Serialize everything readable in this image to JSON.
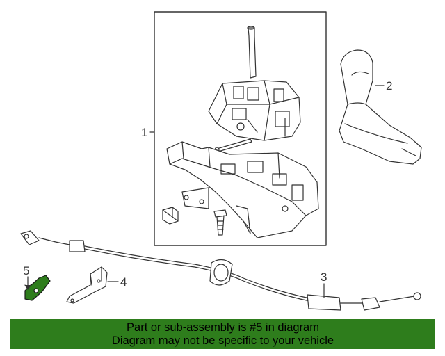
{
  "callouts": {
    "part1": "1",
    "part2": "2",
    "part3": "3",
    "part4": "4",
    "part5": "5"
  },
  "banner": {
    "line1": "Part or sub-assembly is #5 in diagram",
    "line2": "Diagram may not be specific to your vehicle"
  },
  "colors": {
    "banner_bg": "#2e7d1c",
    "highlight_part": "#2e7d1c",
    "line": "#333333"
  }
}
